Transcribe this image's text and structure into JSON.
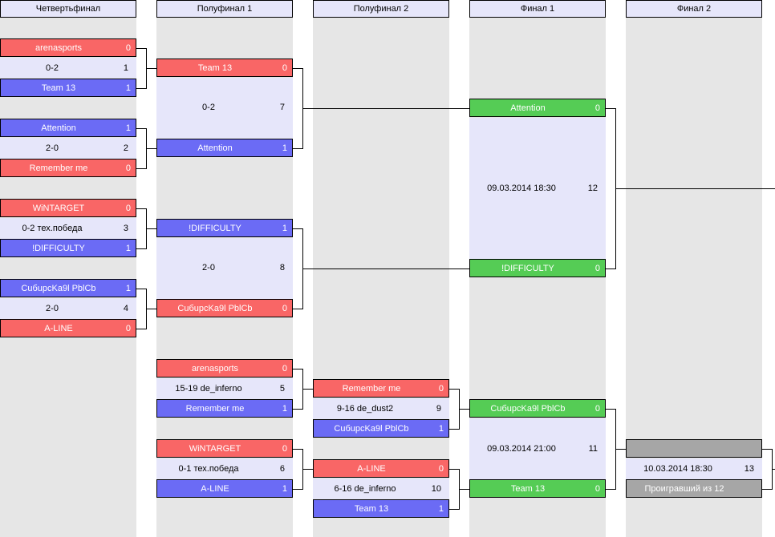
{
  "headers": [
    "Четвертьфинал",
    "Полуфинал 1",
    "Полуфинал 2",
    "Финал 1",
    "Финал 2"
  ],
  "quarterfinals": [
    {
      "top": {
        "name": "arenasports",
        "score": "0"
      },
      "bottom": {
        "name": "Team 13",
        "score": "1"
      },
      "result": "0-2",
      "match": "1"
    },
    {
      "top": {
        "name": "Attention",
        "score": "1"
      },
      "bottom": {
        "name": "Remember me",
        "score": "0"
      },
      "result": "2-0",
      "match": "2"
    },
    {
      "top": {
        "name": "WiNTARGET",
        "score": "0"
      },
      "bottom": {
        "name": "!DIFFICULTY",
        "score": "1"
      },
      "result": "0-2 тех.победа",
      "match": "3"
    },
    {
      "top": {
        "name": "CuбupcKa9l PblCb",
        "score": "1"
      },
      "bottom": {
        "name": "A-LINE",
        "score": "0"
      },
      "result": "2-0",
      "match": "4"
    }
  ],
  "semifinal1": [
    {
      "top": {
        "name": "Team 13",
        "score": "0"
      },
      "bottom": {
        "name": "Attention",
        "score": "1"
      },
      "result": "0-2",
      "match": "7"
    },
    {
      "top": {
        "name": "!DIFFICULTY",
        "score": "1"
      },
      "bottom": {
        "name": "CuбupcKa9l PblCb",
        "score": "0"
      },
      "result": "2-0",
      "match": "8"
    },
    {
      "top": {
        "name": "arenasports",
        "score": "0"
      },
      "bottom": {
        "name": "Remember me",
        "score": "1"
      },
      "result": "15-19 de_inferno",
      "match": "5"
    },
    {
      "top": {
        "name": "WiNTARGET",
        "score": "0"
      },
      "bottom": {
        "name": "A-LINE",
        "score": "1"
      },
      "result": "0-1 тех.победа",
      "match": "6"
    }
  ],
  "semifinal2": [
    {
      "top": {
        "name": "Remember me",
        "score": "0"
      },
      "bottom": {
        "name": "CuбupcKa9l PblCb",
        "score": "1"
      },
      "result": "9-16 de_dust2",
      "match": "9"
    },
    {
      "top": {
        "name": "A-LINE",
        "score": "0"
      },
      "bottom": {
        "name": "Team 13",
        "score": "1"
      },
      "result": "6-16 de_inferno",
      "match": "10"
    }
  ],
  "final1": [
    {
      "top": {
        "name": "Attention",
        "score": "0"
      },
      "bottom": {
        "name": "!DIFFICULTY",
        "score": "0"
      },
      "result": "09.03.2014 18:30",
      "match": "12"
    },
    {
      "top": {
        "name": "CuбupcKa9l PblCb",
        "score": "0"
      },
      "bottom": {
        "name": "Team 13",
        "score": "0"
      },
      "result": "09.03.2014 21:00",
      "match": "11"
    }
  ],
  "final2": [
    {
      "top": {
        "name": "",
        "score": ""
      },
      "bottom": {
        "name": "Проигравший из 12",
        "score": ""
      },
      "result": "10.03.2014 18:30",
      "match": "13"
    }
  ]
}
